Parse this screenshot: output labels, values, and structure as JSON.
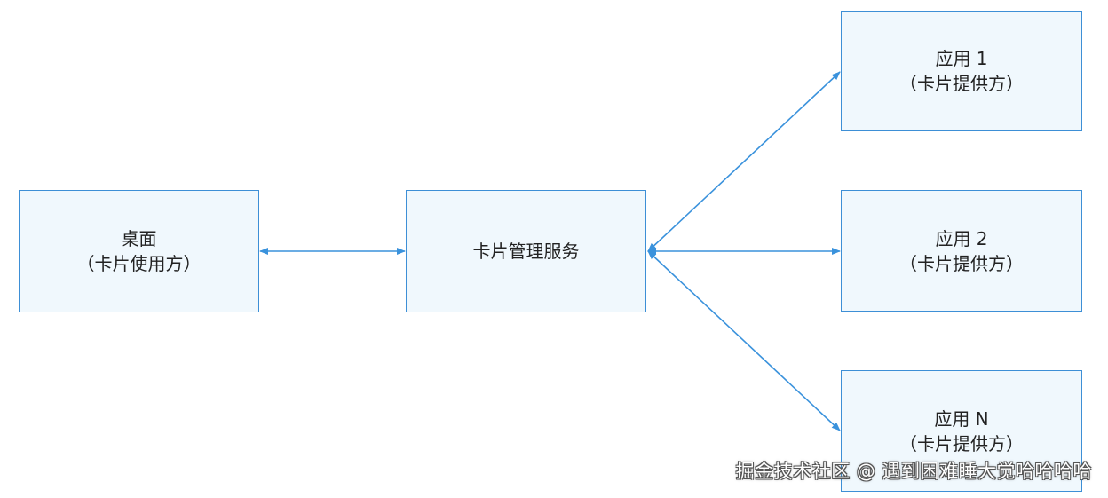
{
  "nodes": {
    "desktop": {
      "title": "桌面",
      "subtitle": "（卡片使用方）"
    },
    "manager": {
      "title": "卡片管理服务"
    },
    "app1": {
      "title": "应用 1",
      "subtitle": "（卡片提供方）"
    },
    "app2": {
      "title": "应用 2",
      "subtitle": "（卡片提供方）"
    },
    "appn": {
      "title": "应用 N",
      "subtitle": "（卡片提供方）"
    }
  },
  "edges": [
    {
      "from": "desktop",
      "to": "manager",
      "arrows": "both"
    },
    {
      "from": "manager",
      "to": "app1",
      "arrows": "both"
    },
    {
      "from": "manager",
      "to": "app2",
      "arrows": "both"
    },
    {
      "from": "manager",
      "to": "appn",
      "arrows": "both"
    }
  ],
  "colors": {
    "box_border": "#3d8fd6",
    "box_fill": "#f0f8fd",
    "connector": "#3a92dc"
  },
  "watermark": {
    "text": "掘金技术社区 @ 遇到困难睡大觉哈哈哈哈"
  }
}
